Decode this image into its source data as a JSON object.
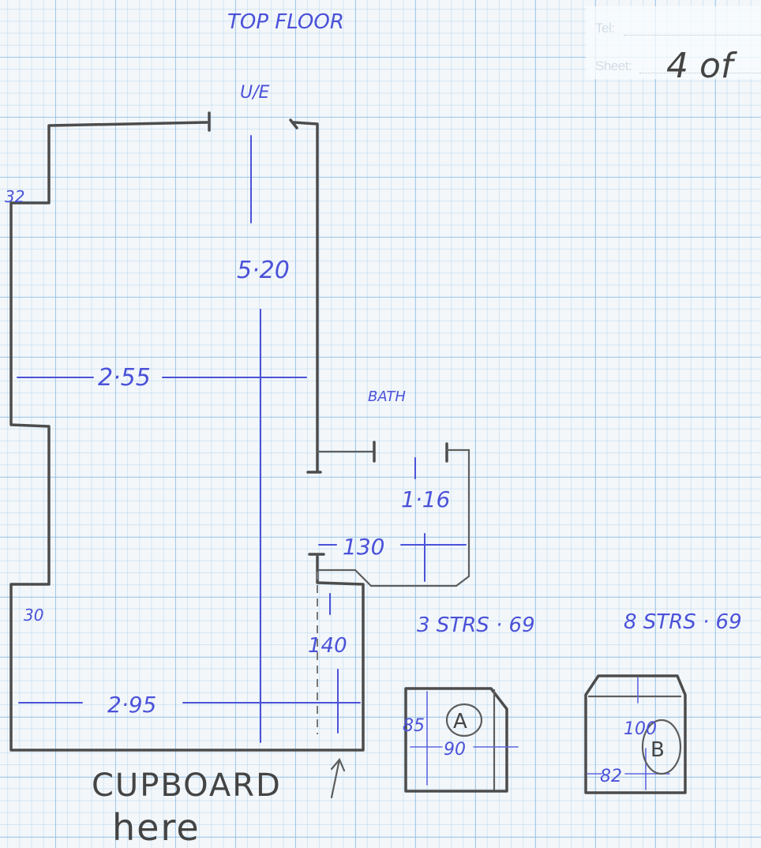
{
  "header": {
    "title": "TOP FLOOR",
    "tel_label": "Tel:",
    "sheet_label": "Sheet:",
    "sheet_value": "4 of"
  },
  "rooms": {
    "main_room_label": "U/E",
    "bath_label": "BATH"
  },
  "dimensions": {
    "main_length": "5·20",
    "main_width": "2·55",
    "left_offset_top": "32",
    "left_offset_bottom": "30",
    "lower_width": "2·95",
    "bath_depth": "1·16",
    "bath_width": "130",
    "cupboard_depth": "140"
  },
  "stairs": {
    "a_note": "3 STRS · 69",
    "b_note": "8 STRS · 69",
    "a_depth": "85",
    "a_width": "90",
    "a_marker": "A",
    "b_depth": "100",
    "b_width": "82",
    "b_marker": "B"
  },
  "notes": {
    "cupboard_line1": "CUPBOARD",
    "cupboard_line2": "here"
  },
  "colors": {
    "pencil": "#4c4c4c",
    "ink": "#4b52d8",
    "grid": "#78afdc",
    "paper": "#f3f7fa"
  }
}
